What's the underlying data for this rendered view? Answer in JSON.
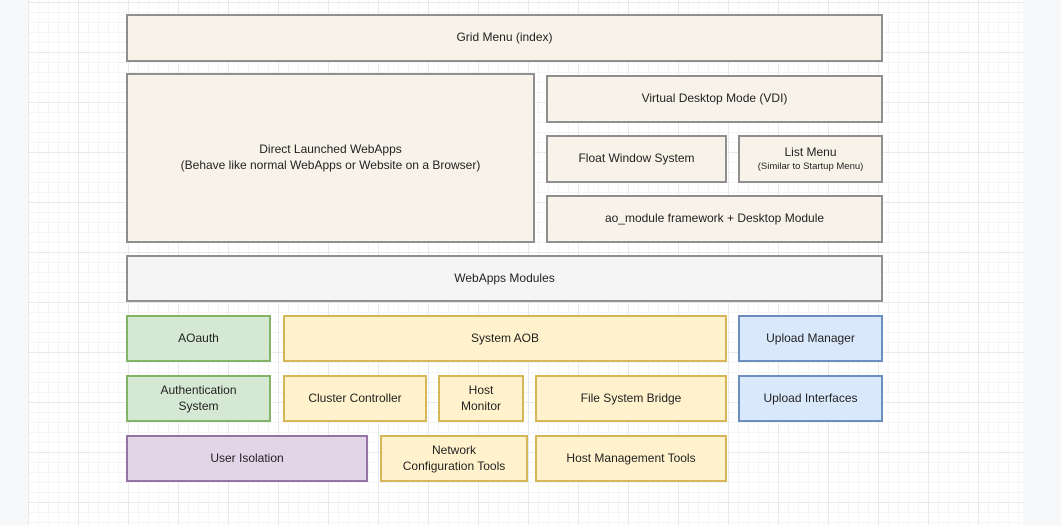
{
  "diagram": {
    "title": "ao_module WebApps architecture diagram",
    "palette": {
      "cream_fill": "#f7f3e9",
      "cream_stroke": "#8f8f8f",
      "gray_fill": "#f5f5f5",
      "gray_stroke": "#909090",
      "green_fill": "#d5e8d4",
      "green_stroke": "#82b366",
      "yellow_fill": "#fff2cc",
      "yellow_stroke": "#d6b656",
      "blue_fill": "#dae8fc",
      "blue_stroke": "#6c8ebf",
      "purple_fill": "#e1d5e7",
      "purple_stroke": "#9673a6",
      "canvas_bg": "#ffffff",
      "page_margin_bg": "#f6f8f9",
      "grid_minor": "#f3f5f6",
      "grid_major": "#e7eaec"
    },
    "nodes": {
      "grid_menu": {
        "lines": [
          "Grid Menu (index)"
        ]
      },
      "direct_webapps": {
        "lines": [
          "Direct Launched WebApps",
          "(Behave like normal WebApps or Website on a Browser)"
        ]
      },
      "vdi": {
        "lines": [
          "Virtual Desktop Mode (VDI)"
        ]
      },
      "float_window": {
        "lines": [
          "Float Window System"
        ]
      },
      "list_menu": {
        "lines": [
          "List Menu"
        ],
        "sublabel": "(Similar to Startup Menu)"
      },
      "ao_module": {
        "lines": [
          "ao_module framework + Desktop Module"
        ]
      },
      "webapps_modules": {
        "lines": [
          "WebApps Modules"
        ]
      },
      "aoauth": {
        "lines": [
          "AOauth"
        ]
      },
      "system_aob": {
        "lines": [
          "System AOB"
        ]
      },
      "upload_manager": {
        "lines": [
          "Upload Manager"
        ]
      },
      "auth_system": {
        "lines": [
          "Authentication",
          "System"
        ]
      },
      "cluster_controller": {
        "lines": [
          "Cluster Controller"
        ]
      },
      "host_monitor": {
        "lines": [
          "Host",
          "Monitor"
        ]
      },
      "fs_bridge": {
        "lines": [
          "File System Bridge"
        ]
      },
      "upload_interfaces": {
        "lines": [
          "Upload Interfaces"
        ]
      },
      "user_isolation": {
        "lines": [
          "User Isolation"
        ]
      },
      "network_config": {
        "lines": [
          "Network",
          "Configuration Tools"
        ]
      },
      "host_mgmt": {
        "lines": [
          "Host Management Tools"
        ]
      }
    }
  }
}
